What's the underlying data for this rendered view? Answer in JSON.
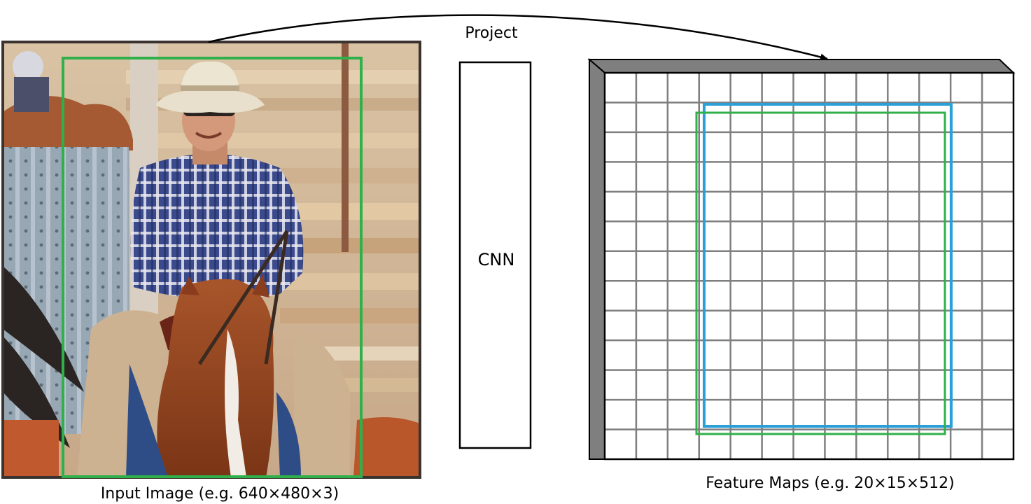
{
  "labels": {
    "project": "Project",
    "cnn": "CNN",
    "input_caption": "Input Image (e.g. 640×480×3)",
    "feature_caption": "Feature Maps  (e.g. 20×15×512)"
  },
  "feature_map": {
    "columns": 13,
    "rows": 13
  },
  "colors": {
    "input_box": "#2fb04a",
    "feature_blue_box": "#2a9fd8",
    "feature_green_box": "#2fb04a",
    "grid_lines": "#7f7f7f",
    "side_panels": "#7f7f7f"
  }
}
